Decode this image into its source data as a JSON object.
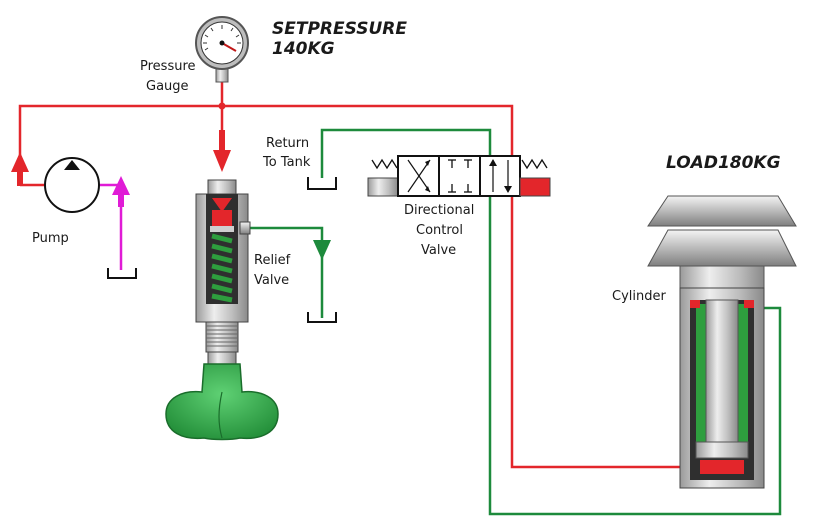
{
  "title": {
    "set_pressure_line1": "SETPRESSURE",
    "set_pressure_line2": "140KG",
    "load": "LOAD180KG"
  },
  "labels": {
    "pressure_gauge_1": "Pressure",
    "pressure_gauge_2": "Gauge",
    "pump": "Pump",
    "return_1": "Return",
    "return_2": "To Tank",
    "relief_1": "Relief",
    "relief_2": "Valve",
    "dcv_1": "Directional",
    "dcv_2": "Control",
    "dcv_3": "Valve",
    "cylinder": "Cylinder"
  },
  "colors": {
    "pressure_line": "#e3262b",
    "return_line": "#1d8a3c",
    "suction_line": "#e01bd6",
    "spring_green": "#2e9e3e",
    "body_grey": "#c8c8c8",
    "handle_green": "#2ea847"
  },
  "icons": [
    "gauge-icon",
    "pump-icon",
    "tank-icon",
    "spring-icon",
    "arrow-icon"
  ]
}
